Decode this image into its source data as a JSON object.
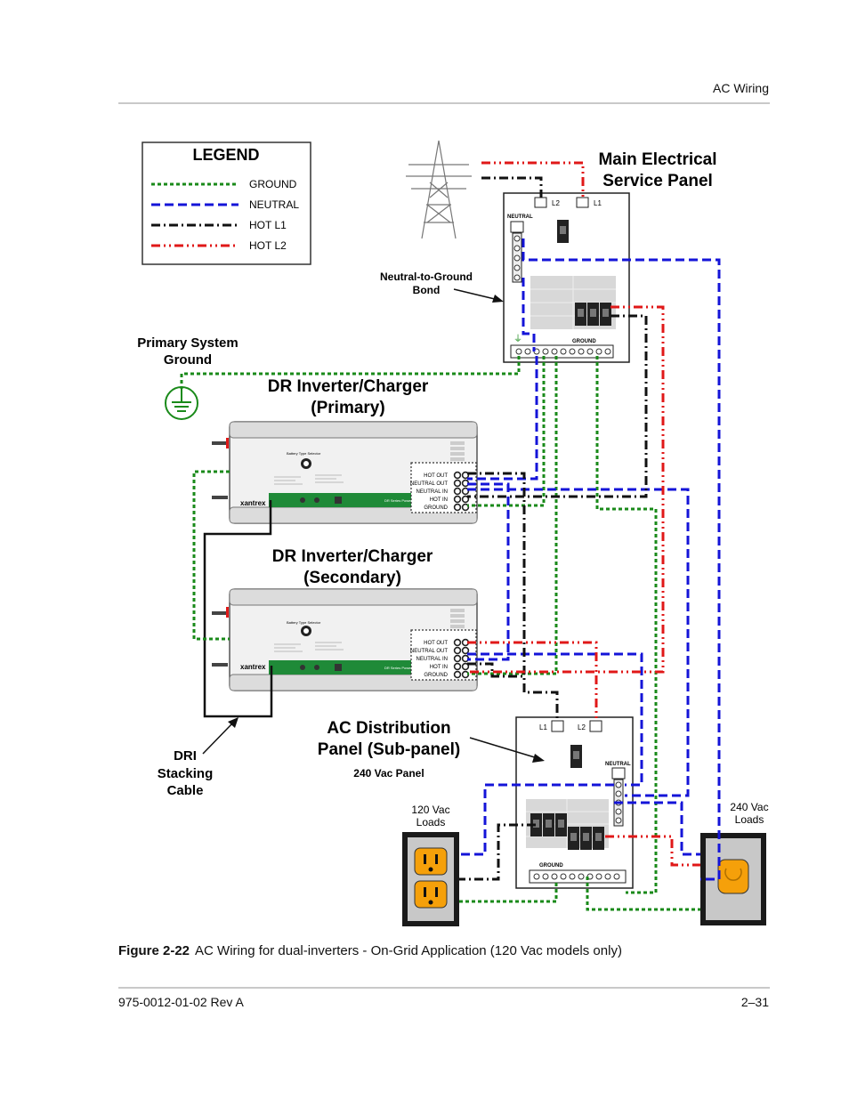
{
  "header": {
    "section": "AC Wiring"
  },
  "legend": {
    "title": "LEGEND",
    "items": [
      {
        "label": "GROUND",
        "color": "#1a8a1a"
      },
      {
        "label": "NEUTRAL",
        "color": "#1414d8"
      },
      {
        "label": "HOT L1",
        "color": "#111111"
      },
      {
        "label": "HOT L2",
        "color": "#e01818"
      }
    ]
  },
  "main_panel": {
    "title_line1": "Main Electrical",
    "title_line2": "Service Panel",
    "l2": "L2",
    "l1": "L1",
    "neutral": "NEUTRAL",
    "ground": "GROUND"
  },
  "bond": {
    "line1": "Neutral-to-Ground",
    "line2": "Bond"
  },
  "primary_ground": {
    "line1": "Primary System",
    "line2": "Ground"
  },
  "inverter_primary": {
    "line1": "DR Inverter/Charger",
    "line2": "(Primary)"
  },
  "inverter_secondary": {
    "line1": "DR Inverter/Charger",
    "line2": "(Secondary)"
  },
  "inverter": {
    "brand": "xantrex",
    "selector_label": "Battery Type Selector",
    "terminals": [
      "HOT OUT",
      "NEUTRAL OUT",
      "NEUTRAL IN",
      "HOT IN",
      "GROUND"
    ],
    "strip_text": "DR Series Power Center"
  },
  "sub_panel": {
    "title_line1": "AC Distribution",
    "title_line2": "Panel (Sub-panel)",
    "subtitle": "240 Vac Panel",
    "l1": "L1",
    "l2": "L2",
    "neutral": "NEUTRAL",
    "ground": "GROUND"
  },
  "dri": {
    "line1": "DRI",
    "line2": "Stacking",
    "line3": "Cable"
  },
  "loads_120": {
    "line1": "120 Vac",
    "line2": "Loads"
  },
  "loads_240": {
    "line1": "240 Vac",
    "line2": "Loads"
  },
  "figure": {
    "number": "Figure 2-22",
    "caption": "AC Wiring for dual-inverters - On-Grid Application (120 Vac models only)"
  },
  "footer": {
    "doc_id": "975-0012-01-02 Rev A",
    "page": "2–31"
  }
}
